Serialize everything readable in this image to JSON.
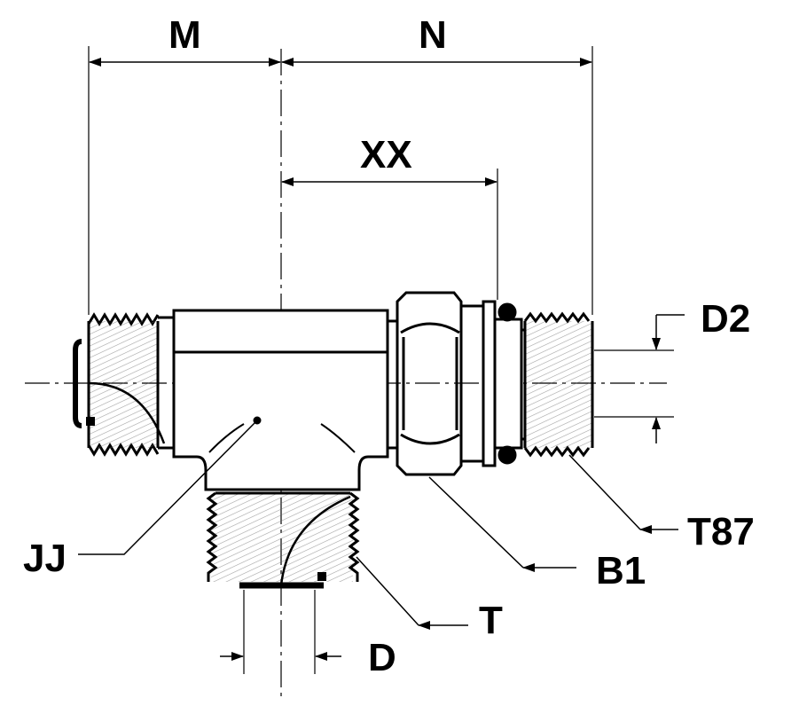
{
  "labels": {
    "M": "M",
    "N": "N",
    "XX": "XX",
    "D2": "D2",
    "T87": "T87",
    "B1": "B1",
    "JJ": "JJ",
    "T": "T",
    "D": "D"
  },
  "colors": {
    "line": "#000000",
    "background": "#ffffff",
    "hatch": "#777777"
  }
}
